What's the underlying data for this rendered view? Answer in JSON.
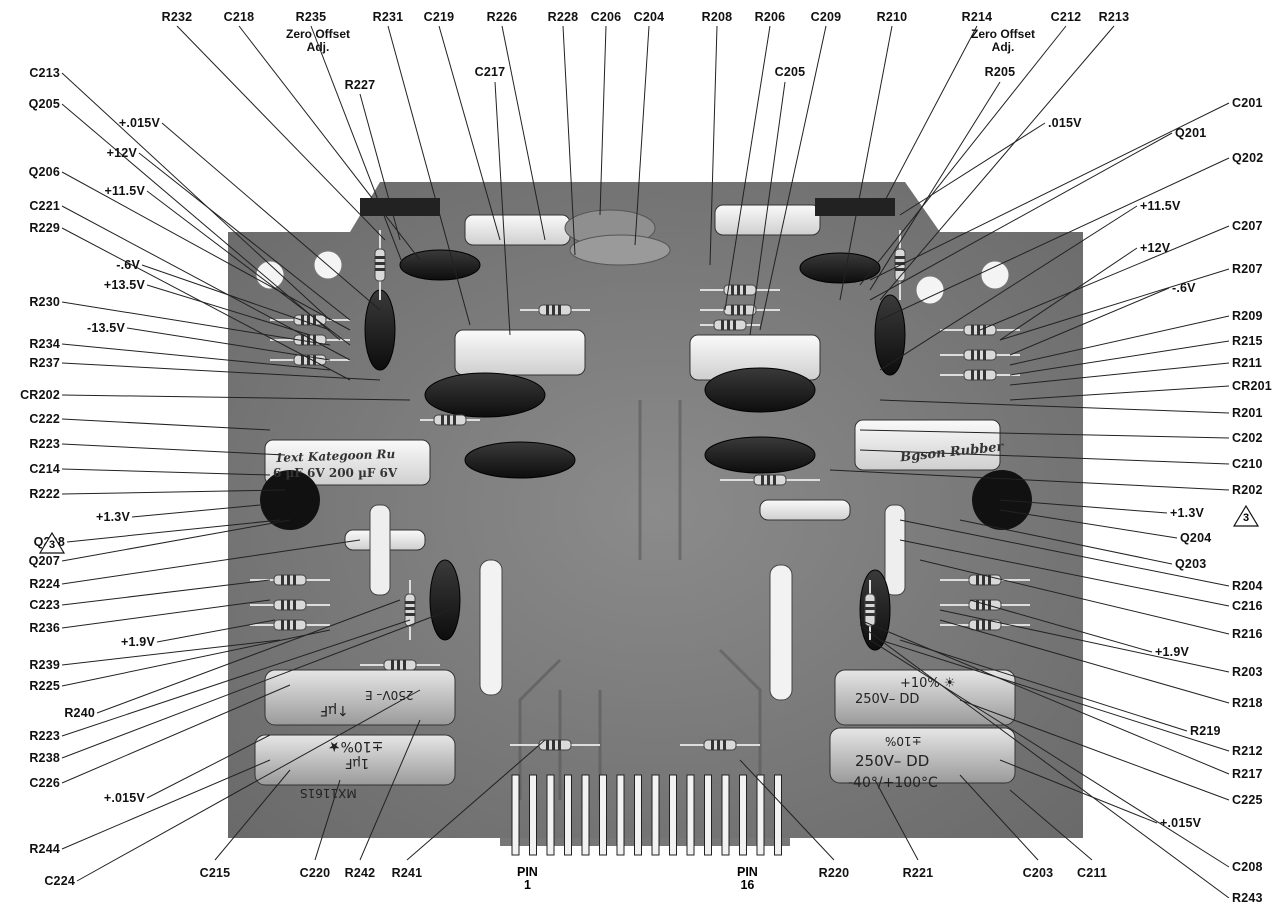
{
  "top_labels": [
    "R232",
    "C218",
    "R235",
    "R231",
    "C219",
    "R226",
    "R228",
    "C206",
    "C204",
    "R208",
    "R206",
    "C209",
    "R210",
    "R214",
    "C212",
    "R213"
  ],
  "top_notes": {
    "zero_offset_left": "Zero Offset Adj.",
    "zero_offset_right": "Zero Offset Adj."
  },
  "upper_labels": [
    "R227",
    "C217",
    "C205",
    "R205"
  ],
  "left_labels": [
    "C213",
    "Q205",
    "+.015V",
    "+12V",
    "Q206",
    "+11.5V",
    "C221",
    "R229",
    "-.6V",
    "+13.5V",
    "R230",
    "-13.5V",
    "R234",
    "R237",
    "CR202",
    "C222",
    "R223",
    "C214",
    "R222",
    "+1.3V",
    "Q208",
    "Q207",
    "R224",
    "C223",
    "R236",
    "+1.9V",
    "R239",
    "R225",
    "R240",
    "R223",
    "R238",
    "C226",
    "+.015V",
    "R244",
    "C224"
  ],
  "right_labels": [
    "C201",
    ".015V",
    "Q201",
    "Q202",
    "+11.5V",
    "C207",
    "+12V",
    "R207",
    "-.6V",
    "R209",
    "R215",
    "R211",
    "CR201",
    "R201",
    "C202",
    "C210",
    "R202",
    "+1.3V",
    "Q204",
    "Q203",
    "R204",
    "C216",
    "R216",
    "+1.9V",
    "R203",
    "R218",
    "R219",
    "R212",
    "R217",
    "C225",
    "+.015V",
    "C208",
    "R243"
  ],
  "bottom_labels": [
    "C215",
    "C220",
    "R242",
    "R241",
    "R220",
    "R221",
    "C203",
    "C211"
  ],
  "pins": {
    "first_label": "PIN",
    "first_num": "1",
    "last_label": "PIN",
    "last_num": "16"
  },
  "callout_mark": "3",
  "board_prints": {
    "cap_left_top": "1ext Kategoon Ru",
    "cap_left_top2": "6 µF 6V 200 µF 6V",
    "cap_right_top": "Bgson Rubber",
    "cap_right_bot_1": "+10% ☀",
    "cap_right_bot_2": "250V– DD",
    "cap_right_bot_3": "±10%",
    "cap_right_bot_4": "250V– DD",
    "cap_right_bot_5": "-40°/+100°C",
    "cap_left_bot_1": "250V– E",
    "cap_left_bot_2": "↑µF",
    "cap_left_bot_3": "±10%★",
    "cap_left_bot_4": "1µF",
    "cap_left_bot_5": "MX1161S"
  }
}
